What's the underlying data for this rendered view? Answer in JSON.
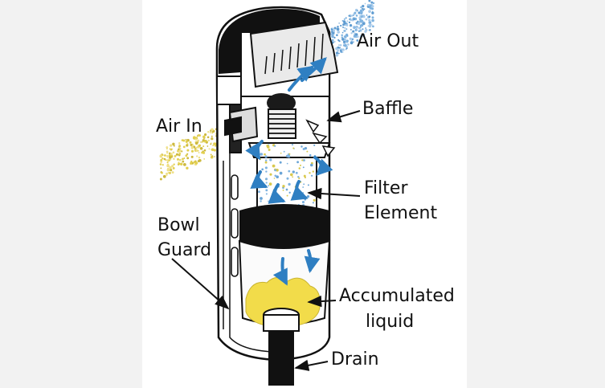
{
  "labels": {
    "air_out": "Air Out",
    "air_in": "Air In",
    "baffle": "Baffle",
    "filter_line1": "Filter",
    "filter_line2": "Element",
    "bowl_line1": "Bowl",
    "bowl_line2": "Guard",
    "liquid_line1": "Accumulated",
    "liquid_line2": "liquid",
    "drain": "Drain"
  },
  "colors": {
    "air_out_particles": "#7fb3e0",
    "air_in_particles": "#e2cf4f",
    "liquid": "#f2dc4a",
    "flow_arrow": "#2f7fc2",
    "body_black": "#111111",
    "page_background": "#f2f2f2"
  }
}
